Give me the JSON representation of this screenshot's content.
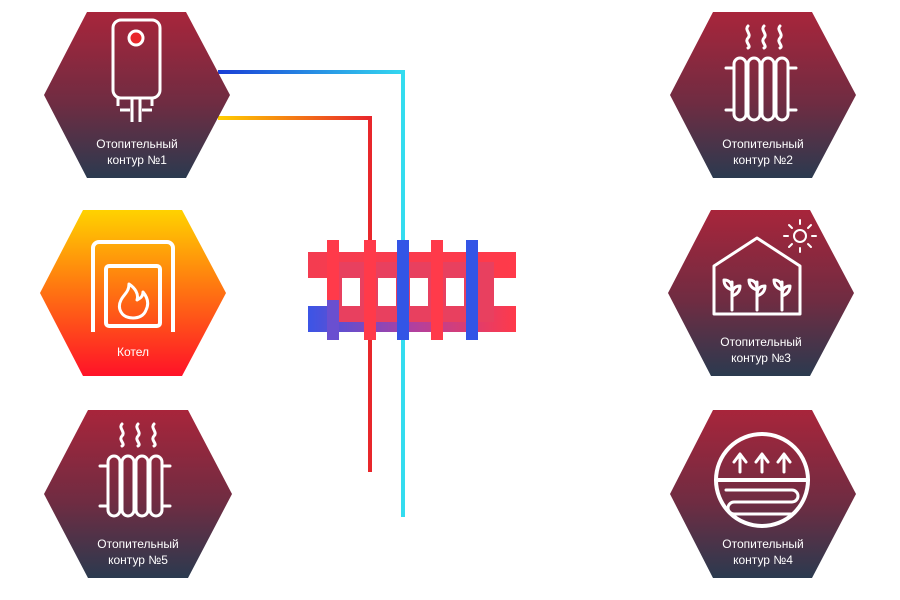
{
  "nodes": {
    "circuit1": {
      "line1": "Отопительный",
      "line2": "контур  №1",
      "icon": "water-heater-icon"
    },
    "circuit2": {
      "line1": "Отопительный",
      "line2": "контур  №2",
      "icon": "radiator-icon"
    },
    "circuit3": {
      "line1": "Отопительный",
      "line2": "контур  №3",
      "icon": "greenhouse-icon"
    },
    "circuit4": {
      "line1": "Отопительный",
      "line2": "контур  №4",
      "icon": "underfloor-heating-icon"
    },
    "circuit5": {
      "line1": "Отопительный",
      "line2": "контур  №5",
      "icon": "radiator-icon"
    },
    "boiler": {
      "label": "Котел",
      "icon": "boiler-flame-icon"
    }
  },
  "colors": {
    "hot": "#e8262b",
    "warm": "#ffcc00",
    "cold": "#1a3fd6",
    "cyan": "#33e0f0",
    "hex_top": "#a0243a",
    "hex_bottom": "#2d3a4e",
    "boiler_top": "#ffd000",
    "boiler_bottom": "#ff1a2a"
  }
}
